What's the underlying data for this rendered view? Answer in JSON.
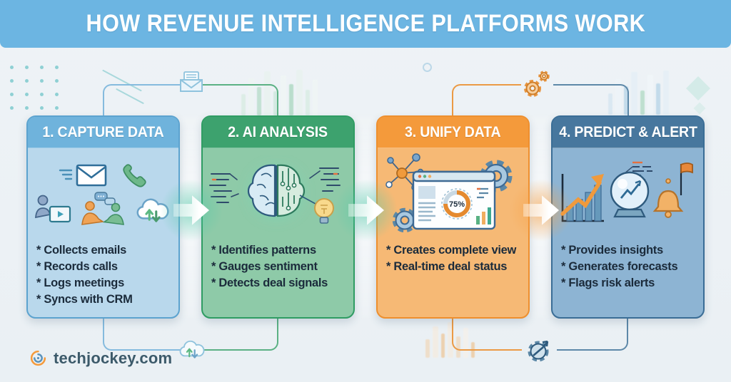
{
  "title": "HOW REVENUE INTELLIGENCE PLATFORMS WORK",
  "brand": {
    "name": "techjockey.com",
    "logo_icon": "swirl-logo-icon"
  },
  "colors": {
    "title_bar": "#6cb5e2",
    "background": "#eef3f6",
    "bullet_text": "#1b2b3b"
  },
  "steps": [
    {
      "label": "1. CAPTURE DATA",
      "header_color": "#6fb3dc",
      "body_color": "#b9d8ec",
      "border_color": "#5ca3cf",
      "icons": [
        "email-envelope-icon",
        "phone-icon",
        "person-video-icon",
        "meeting-people-icon",
        "cloud-sync-icon"
      ],
      "bullets": [
        "* Collects emails",
        "* Records calls",
        "* Logs meetings",
        "* Syncs with CRM"
      ]
    },
    {
      "label": "2. AI ANALYSIS",
      "header_color": "#3da26e",
      "body_color": "#8ecaa8",
      "border_color": "#2f9c63",
      "icons": [
        "ai-brain-icon",
        "lightbulb-icon"
      ],
      "bullets": [
        "* Identifies patterns",
        "* Gauges sentiment",
        "* Detects deal signals"
      ]
    },
    {
      "label": "3. UNIFY DATA",
      "header_color": "#f49a3b",
      "body_color": "#f6b975",
      "border_color": "#ee8f2e",
      "icons": [
        "network-graph-icon",
        "dashboard-window-icon",
        "gear-icon"
      ],
      "dashboard_percent": "75%",
      "bullets": [
        "* Creates complete view",
        "* Real-time deal status"
      ]
    },
    {
      "label": "4. PREDICT & ALERT",
      "header_color": "#47779e",
      "body_color": "#8db4d3",
      "border_color": "#3a6d96",
      "icons": [
        "growth-chart-icon",
        "crystal-ball-icon",
        "alert-bell-icon"
      ],
      "bullets": [
        "* Provides insights",
        "* Generates forecasts",
        "* Flags risk alerts"
      ]
    }
  ],
  "flow": {
    "arrow_glow_colors": [
      "rgba(82,201,168,.6)",
      "rgba(82,201,168,.6)",
      "rgba(245,160,70,.65)"
    ]
  },
  "decorations": {
    "top_left_icon": "email-letter-icon",
    "top_right_icon": "gears-icon",
    "bottom_left_icon": "cloud-arrows-icon",
    "bottom_right_icon": "sync-gear-icon"
  }
}
